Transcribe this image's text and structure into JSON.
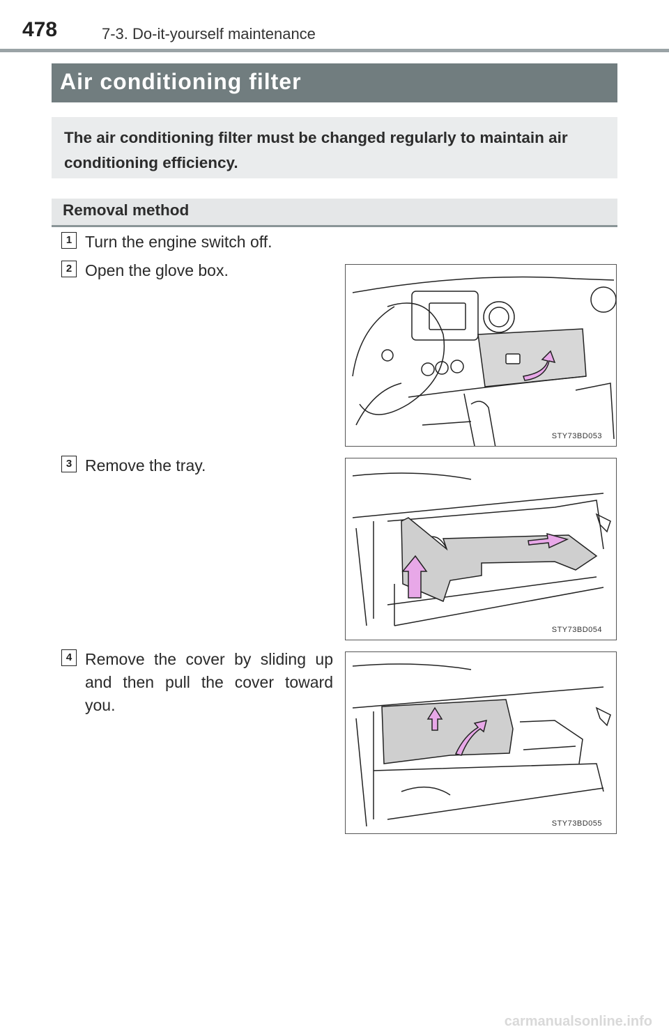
{
  "header": {
    "page_number": "478",
    "section": "7-3. Do-it-yourself maintenance"
  },
  "title": "Air conditioning filter",
  "intro": "The air conditioning filter must be changed regularly to maintain air conditioning efficiency.",
  "subheading": "Removal method",
  "steps": [
    {
      "number": "1",
      "text": "Turn the engine switch off."
    },
    {
      "number": "2",
      "text": "Open the glove box."
    },
    {
      "number": "3",
      "text": "Remove the tray."
    },
    {
      "number": "4",
      "text": "Remove the cover by sliding up and then pull the cover toward you."
    }
  ],
  "figures": [
    {
      "code": "STY73BD053"
    },
    {
      "code": "STY73BD054"
    },
    {
      "code": "STY73BD055"
    }
  ],
  "watermark": "carmanualsonline.info",
  "colors": {
    "banner": "#717d7f",
    "intro_bg": "#eaeced",
    "arrow_fill": "#e8a8e8"
  }
}
